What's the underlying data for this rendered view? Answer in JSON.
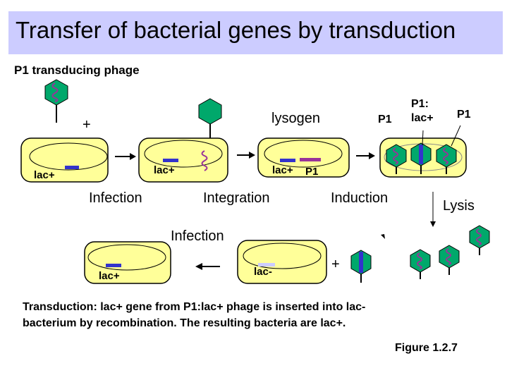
{
  "title": "Transfer of bacterial genes by transduction",
  "phage_heading": "P1 transducing phage",
  "labels": {
    "plus_1": "+",
    "lysogen": "lysogen",
    "p1_a": "P1",
    "p1_lac": "P1:\nlac+",
    "p1_b": "P1",
    "lac_plus_1": "lac+",
    "lac_plus_2": "lac+",
    "lac_plus_3": "lac+",
    "p1_integrated": "P1",
    "infection_1": "Infection",
    "integration": "Integration",
    "induction": "Induction",
    "lysis": "Lysis",
    "infection_2": "Infection",
    "lac_plus_4": "lac+",
    "lac_minus": "lac-",
    "plus_2": "+"
  },
  "caption": "Transduction: lac+ gene from P1:lac+ phage is inserted into lac- bacterium by recombination. The resulting bacteria are lac+.",
  "figure_label": "Figure 1.2.7",
  "colors": {
    "title_bg": "#ccccff",
    "cell_fill": "#ffff99",
    "phage_teal": "#00a86b",
    "lac_plus_gene": "#3333cc",
    "p1_dna": "#993399",
    "lac_minus_gene": "#ccccff"
  }
}
